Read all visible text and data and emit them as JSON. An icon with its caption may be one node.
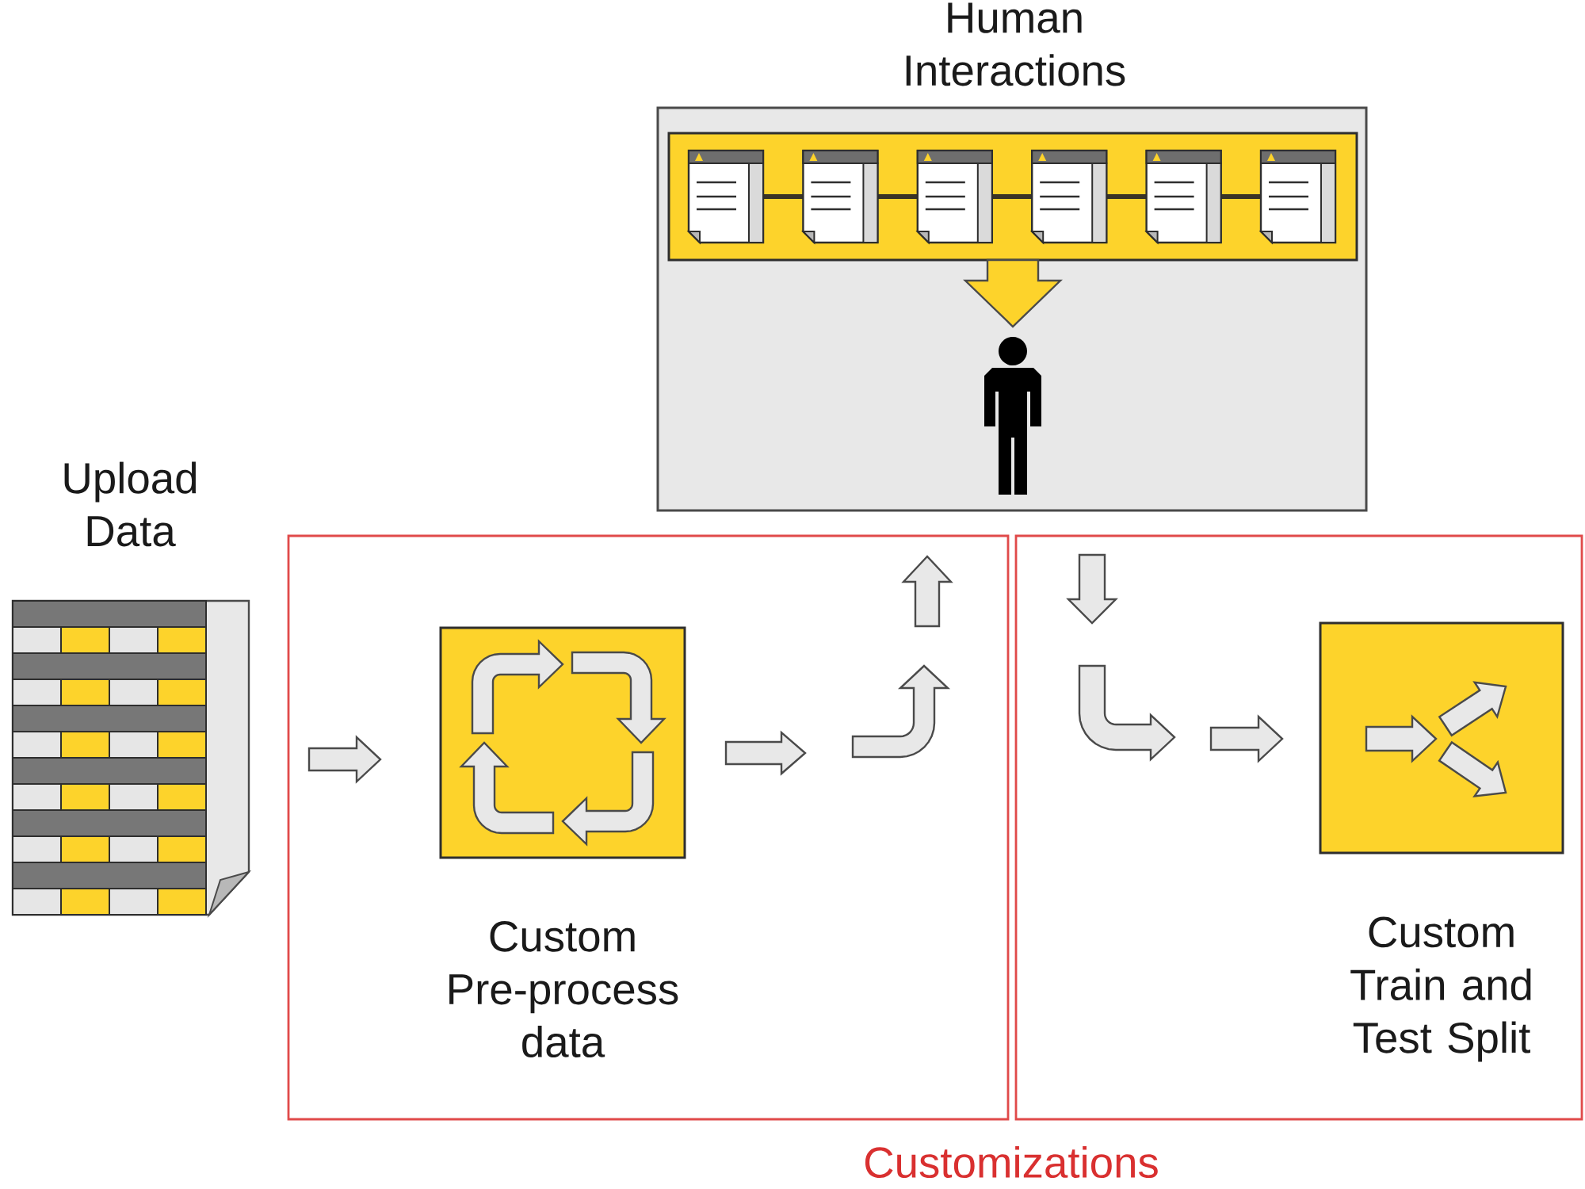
{
  "diagram": {
    "nodes": [
      {
        "text": [
          "Upload Data"
        ]
      },
      {
        "text": [
          "Human Interactions"
        ]
      },
      {
        "text": [],
        "shape": "box",
        "in": 1
      },
      {
        "text": [],
        "shape": "person",
        "in": 1
      },
      {
        "text": [],
        "shape": "box"
      },
      {
        "text": [
          "Custom Pre-process data"
        ],
        "in": 4
      },
      {
        "text": [],
        "shape": "box"
      },
      {
        "text": [
          "Custom Train and Test Split"
        ],
        "in": 6
      }
    ],
    "edges": [
      {
        "from": 0,
        "to": 5,
        "arrow": "to"
      },
      {
        "from": 5,
        "to": null,
        "arrow": "to"
      },
      {
        "from": null,
        "to": 1,
        "arrow": "to"
      },
      {
        "from": 2,
        "to": 3,
        "arrow": "to",
        "color": "#fdd32b"
      },
      {
        "from": 1,
        "to": null,
        "arrow": "to"
      },
      {
        "from": null,
        "to": 7,
        "arrow": "to"
      }
    ],
    "labels": [
      "Customizations"
    ]
  }
}
